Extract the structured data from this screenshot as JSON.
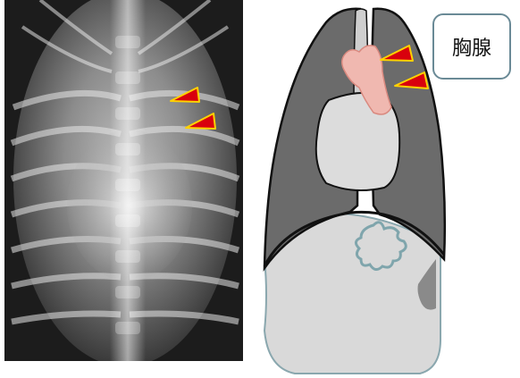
{
  "label": {
    "text": "胸腺"
  },
  "colors": {
    "xray_background": "#1c1c1c",
    "lung": "#6b6b6b",
    "heart": "#dcdcdc",
    "abdomen": "#d9d9d9",
    "thymus": "#f0b8b0",
    "arrow": "#d9000d",
    "arrow_outline": "#ffd200",
    "stomach_outline": "#7fa5ac",
    "label_border": "#6a8a96"
  },
  "icons": [
    "radiograph-image",
    "arrow-marker",
    "thymus-shape",
    "stomach-gas-shape"
  ]
}
